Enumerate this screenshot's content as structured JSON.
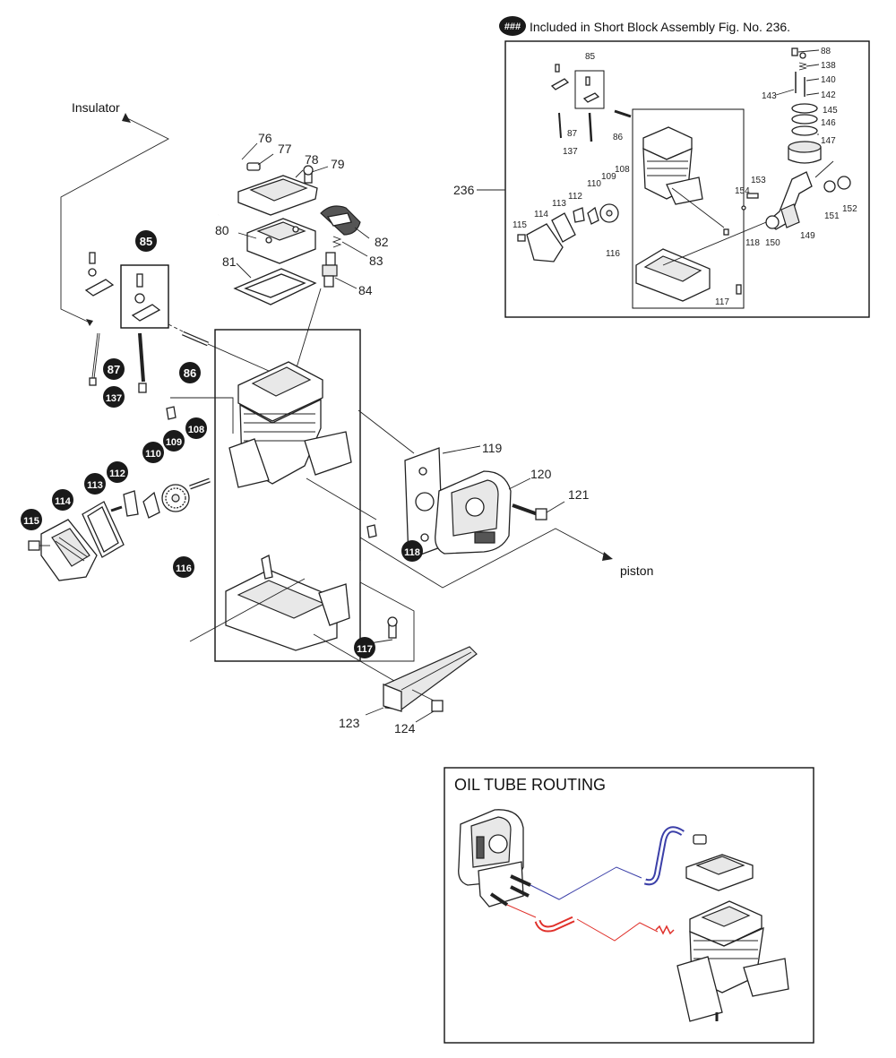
{
  "legend": {
    "badge": "###",
    "text": "Included in Short Block Assembly Fig. No. 236."
  },
  "annotations": {
    "insulator": "Insulator",
    "piston": "piston"
  },
  "oil_tube_routing": {
    "title": "OIL TUBE ROUTING",
    "colors": {
      "upper_tube": "#3b3fa8",
      "lower_tube": "#e0302a"
    }
  },
  "main_plain_labels": [
    "76",
    "77",
    "78",
    "79",
    "80",
    "81",
    "82",
    "83",
    "84",
    "119",
    "120",
    "121",
    "123",
    "124"
  ],
  "main_badge_labels": [
    "85",
    "86",
    "87",
    "137",
    "108",
    "109",
    "110",
    "112",
    "113",
    "114",
    "115",
    "116",
    "117",
    "118"
  ],
  "inset_labels": [
    "85",
    "87",
    "137",
    "86",
    "108",
    "109",
    "110",
    "112",
    "113",
    "114",
    "115",
    "116",
    "117",
    "118",
    "88",
    "138",
    "140",
    "142",
    "143",
    "145",
    "146",
    "147",
    "153",
    "154",
    "151",
    "152",
    "149",
    "150",
    "236"
  ],
  "colors": {
    "line": "#222222",
    "badge": "#1a1a1a",
    "background": "#ffffff"
  }
}
